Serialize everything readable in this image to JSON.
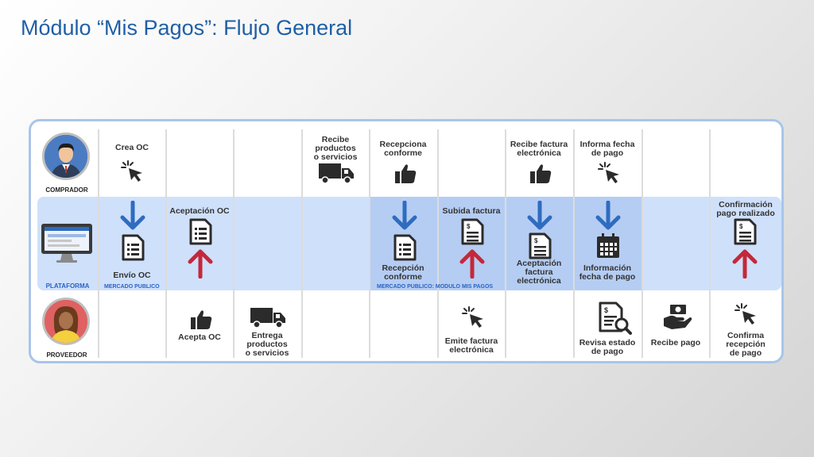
{
  "title": "Módulo “Mis Pagos”: Flujo General",
  "roles": {
    "buyer": "COMPRADOR",
    "platform": "PLATAFORMA",
    "supplier": "PROVEEDOR"
  },
  "band_labels": {
    "market": "MERCADO PUBLICO",
    "module": "MERCADO PUBLICO: MODULO MIS PAGOS"
  },
  "steps": {
    "crea_oc": "Crea OC",
    "recibe_productos": [
      "Recibe",
      "productos",
      "o servicios"
    ],
    "recepciona": [
      "Recepciona",
      "conforme"
    ],
    "recibe_factura": [
      "Recibe factura",
      "electrónica"
    ],
    "informa_fecha": [
      "Informa fecha",
      "de pago"
    ],
    "aceptacion_oc": "Aceptación OC",
    "envio_oc": "Envío OC",
    "recepcion_conforme": [
      "Recepción",
      "conforme"
    ],
    "subida_factura": "Subida factura",
    "aceptacion_factura": [
      "Aceptación",
      "factura",
      "electrónica"
    ],
    "informacion_fecha": [
      "Información",
      "fecha de pago"
    ],
    "confirmacion": [
      "Confirmación",
      "pago realizado"
    ],
    "acepta_oc": "Acepta OC",
    "entrega": [
      "Entrega",
      "productos",
      "o servicios"
    ],
    "emite_factura": [
      "Emite factura",
      "electrónica"
    ],
    "revisa_estado": [
      "Revisa estado",
      "de pago"
    ],
    "recibe_pago": "Recibe pago",
    "confirma": [
      "Confirma",
      "recepción",
      "de pago"
    ]
  },
  "colors": {
    "title": "#1f5fa6",
    "down_arrow": "#2f6cc0",
    "up_arrow": "#c4283a",
    "icon": "#2b2b2b",
    "band": "#cfe0fb",
    "band_strong": "#b5cdf3"
  }
}
